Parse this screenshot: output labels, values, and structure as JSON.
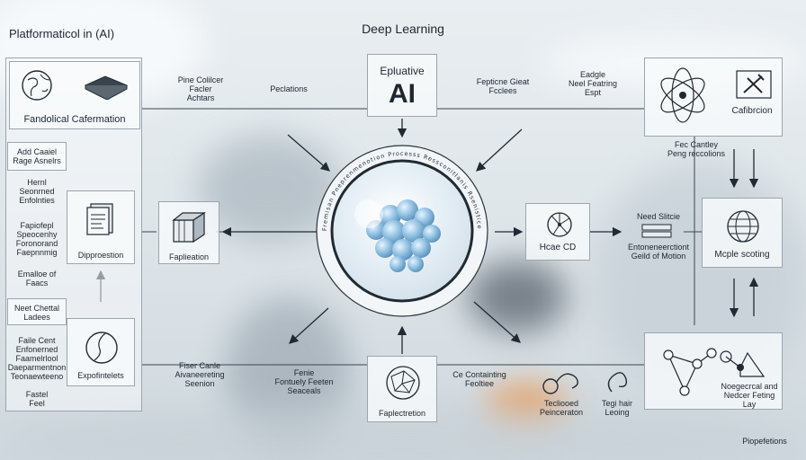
{
  "header": {
    "left_title": "Platformaticol in (AI)",
    "center_title": "Deep Learning"
  },
  "center": {
    "top_title": "Epluative",
    "top_big": "AI"
  },
  "ring_text": "Fremisan Pneprenmenotion Processs Ressconitlanis Rsenistice",
  "boxes": {
    "top_left_label": "Fandolical Cafermation",
    "top_right_label": "Cafibrcion",
    "dipproestion": "Dipproestion",
    "faplieation": "Faplieation",
    "experimentelets": "Expofintelets",
    "bottom_center": "Faplectretion",
    "hcde": "Hcae CD",
    "mcple": "Mcple scoting"
  },
  "side_notes": [
    "Add Caaiel\nRage Asnelrs",
    "Hernl\nSeonrned\nEnfolnties",
    "Fapiofepl\nSpeocenhy\nForonorand\nFaepnnmig",
    "Emalloe of\nFaacs",
    "Neet Chettal\nLadees",
    "Faile Cent\nEnfonerned\nFaamelrlool\nDaeparmentnon\nTeonaewteeno",
    "Fastel\nFeel"
  ],
  "notes": {
    "top_a": "Pine Colilcer\nFacler\nAchtars",
    "top_b": "Peclations",
    "top_c": "Fepticne Gieat\nFcclees",
    "top_d": "Eadgle\nNeel Featring\nEspt",
    "right_a": "Fec Cantley\nPeng reccolions",
    "right_b": "Need Slitcie",
    "right_c": "Entoneneerctiont\nGeild of Motion",
    "bottom_a": "Fiser Canle\nAivaneereting\nSeenion",
    "bottom_b": "Fenie\nFontuely Feeten\nSeaceals",
    "bottom_c": "Ce Containting\nFeoltiee",
    "bottom_d": "Tecliooed\nPeinceraton",
    "bottom_e": "Tegi hair\nLeoing",
    "bottom_right_a": "Noegecrcal and\nNedcer Feting\nLay",
    "footer": "Piopefetions"
  },
  "colors": {
    "accent": "#1f2a33",
    "ring": "#2b3540",
    "molecule": "#7fb6dc",
    "glow": "#e6f4ff"
  }
}
